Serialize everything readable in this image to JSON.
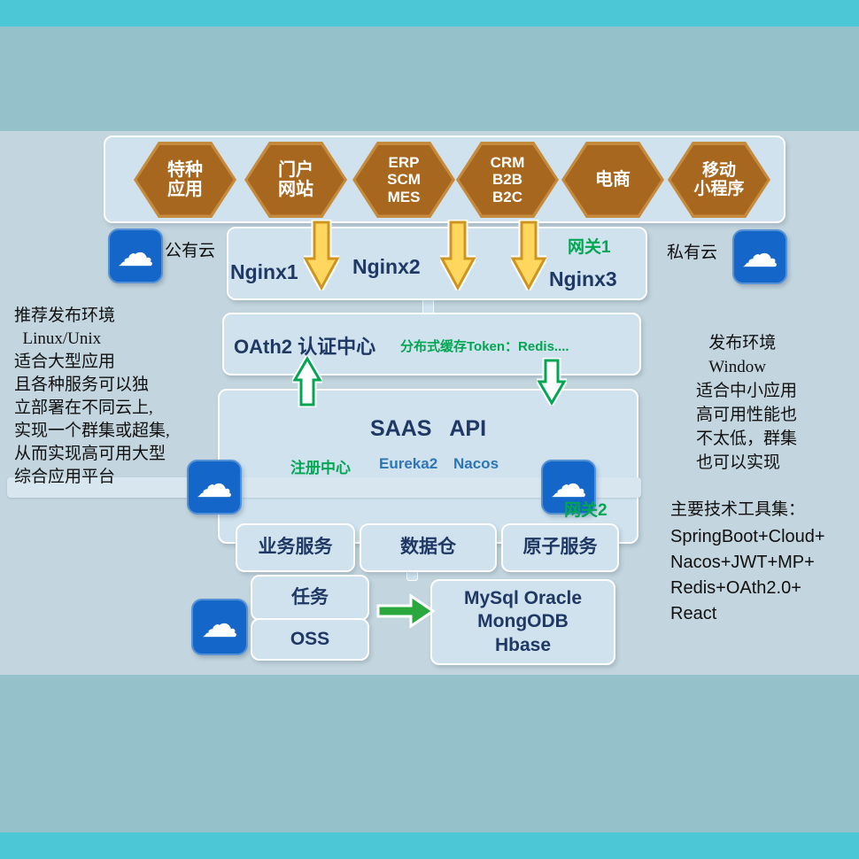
{
  "colors": {
    "navy_text": "#1f3864",
    "green_text": "#00a651",
    "blue_text": "#2e75b6",
    "hexagon_fill": "#a8671e",
    "box_fill": "#cfe2ee",
    "cloud_fill": "#1467c8",
    "slide_bg": "#c3d5de",
    "page_bg": "#95c2ca",
    "strip_teal": "#4cc7d6",
    "arrow_gold": "#ffd75e",
    "arrow_green": "#2aa83e"
  },
  "hexagons": [
    {
      "label": "特种\n应用"
    },
    {
      "label": "门户\n网站"
    },
    {
      "label": "ERP\nSCM\nMES"
    },
    {
      "label": "CRM\nB2B\nB2C"
    },
    {
      "label": "电商"
    },
    {
      "label": "移动\n小程序"
    }
  ],
  "clouds": {
    "glyph": "☁",
    "public_label": "公有云",
    "private_label": "私有云"
  },
  "gateway_layer": {
    "gateway1": "网关1",
    "nginx1": "Nginx1",
    "nginx2": "Nginx2",
    "nginx3": "Nginx3"
  },
  "auth_layer": {
    "oauth": "OAth2 认证中心",
    "redis": "分布式缓存Token：Redis...."
  },
  "saas_layer": {
    "title": "SAAS   API",
    "registry": "注册中心",
    "eureka": "Eureka2",
    "nacos": "Nacos",
    "gateway2": "网关2"
  },
  "services": {
    "business": "业务服务",
    "warehouse": "数据仓",
    "atomic": "原子服务"
  },
  "storage": {
    "task": "任务",
    "oss": "OSS",
    "databases": "MySql  Oracle\nMongODB\nHbase"
  },
  "left_note": "推荐发布环境\n  Linux/Unix\n适合大型应用\n且各种服务可以独\n立部署在不同云上,\n实现一个群集或超集,\n从而实现高可用大型\n综合应用平台",
  "right_note": "   发布环境\n   Window\n适合中小应用\n高可用性能也\n不太低，群集\n也可以实现",
  "tech_note": {
    "title": "主要技术工具集：",
    "items": "SpringBoot+Cloud+\nNacos+JWT+MP+\nRedis+OAth2.0+\nReact"
  }
}
